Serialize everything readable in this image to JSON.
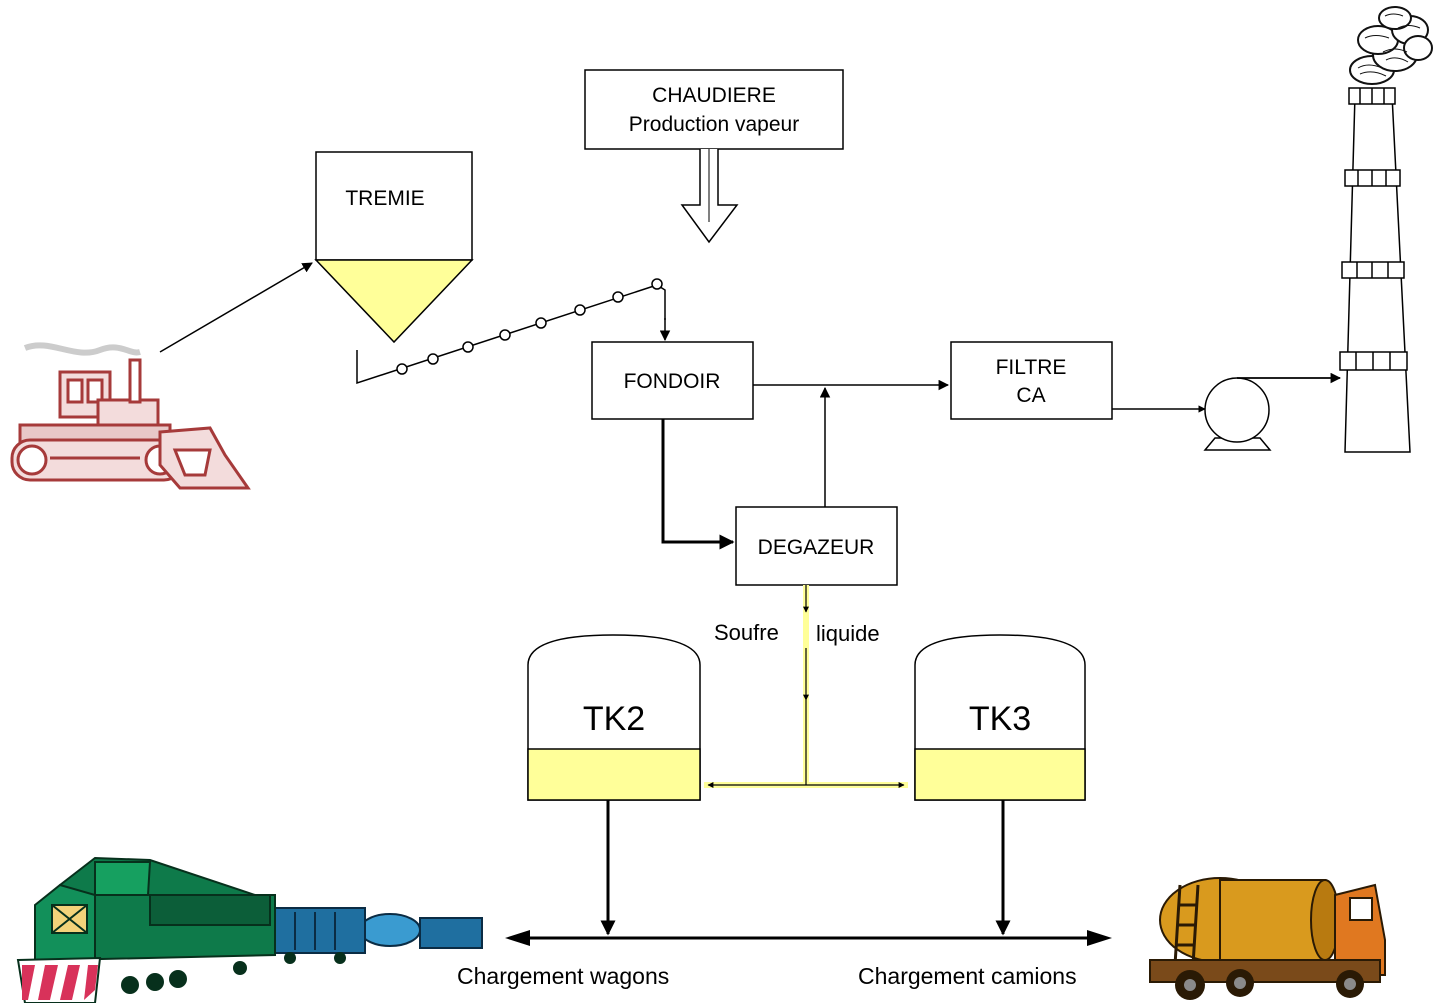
{
  "nodes": {
    "chaudiere": {
      "line1": "CHAUDIERE",
      "line2": "Production vapeur"
    },
    "tremie": {
      "label": "TREMIE"
    },
    "fondoir": {
      "label": "FONDOIR"
    },
    "filtre": {
      "line1": "FILTRE",
      "line2": "CA"
    },
    "degazeur": {
      "label": "DEGAZEUR"
    },
    "tk2": {
      "label": "TK2"
    },
    "tk3": {
      "label": "TK3"
    }
  },
  "flows": {
    "soufre_liquide_left": "Soufre",
    "soufre_liquide_right": "liquide",
    "chargement_wagons": "Chargement wagons",
    "chargement_camions": "Chargement camions"
  },
  "illustrations": [
    "bulldozer-icon",
    "chimney-icon",
    "pump-icon",
    "train-icon",
    "tanker-truck-icon"
  ],
  "colors": {
    "sulfur_fill": "#FFFF99",
    "hopper_fill": "#FFFF99",
    "bulldozer": "#A63A3A",
    "locomotive": "#0E7A4A",
    "truck_tank": "#D99A1E"
  }
}
